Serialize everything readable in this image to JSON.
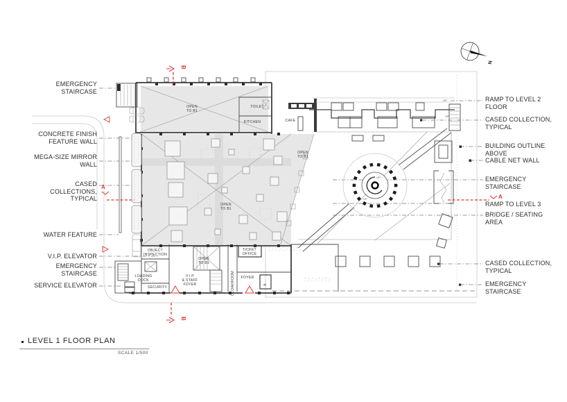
{
  "title": {
    "text": "LEVEL 1  FLOOR PLAN",
    "scale": "SCALE 1/500"
  },
  "left_labels": [
    "EMERGENCY\nSTAIRCASE",
    "CONCRETE FINISH\nFEATURE WALL",
    "MEGA-SIZE MIRROR\nWALL",
    "CASED\nCOLLECTIONS,\nTYPICAL",
    "WATER FEATURE",
    "V.I.P. ELEVATOR",
    "EMERGENCY\nSTAIRCASE",
    "SERVICE ELEVATOR"
  ],
  "right_labels": [
    "RAMP TO LEVEL 2\nFLOOR",
    "CASED COLLECTION,\nTYPICAL",
    "BUILDING OUTLINE\nABOVE",
    "CABLE NET WALL",
    "EMERGENCY\nSTAIRCASE",
    "RAMP TO LEVEL 3",
    "BRIDGE / SEATING\nAREA",
    "CASED COLLECTION,\nTYPICAL",
    "EMERGENCY\nSTAIRCASE"
  ],
  "rooms": {
    "open_to_b1": [
      "OPEN",
      "TO B1"
    ],
    "toilet": "TOILET",
    "kitchen": "KITCHEN",
    "cafe": "CAFE",
    "object_inspection": [
      "OBJECT",
      "INSPECTION"
    ],
    "loading_dock": [
      "LOADING",
      "DOCK"
    ],
    "security": "SECURITY",
    "vip_staff_foyer": [
      "V.I.P",
      "& STAFF",
      "FOYER"
    ],
    "cloakroom": "CLOAKROOM",
    "ticket_office": [
      "TICKET",
      "OFFICE"
    ],
    "foyer": "FOYER",
    "elevator": "A",
    "up": "UP"
  },
  "markers": {
    "section_a": "A",
    "section_b": "B",
    "north": "N",
    "warning": "!"
  },
  "colors": {
    "accent_red": "#d93a2f",
    "wall": "#3d3d3d",
    "open_area_fill": "#e7e7e7"
  }
}
